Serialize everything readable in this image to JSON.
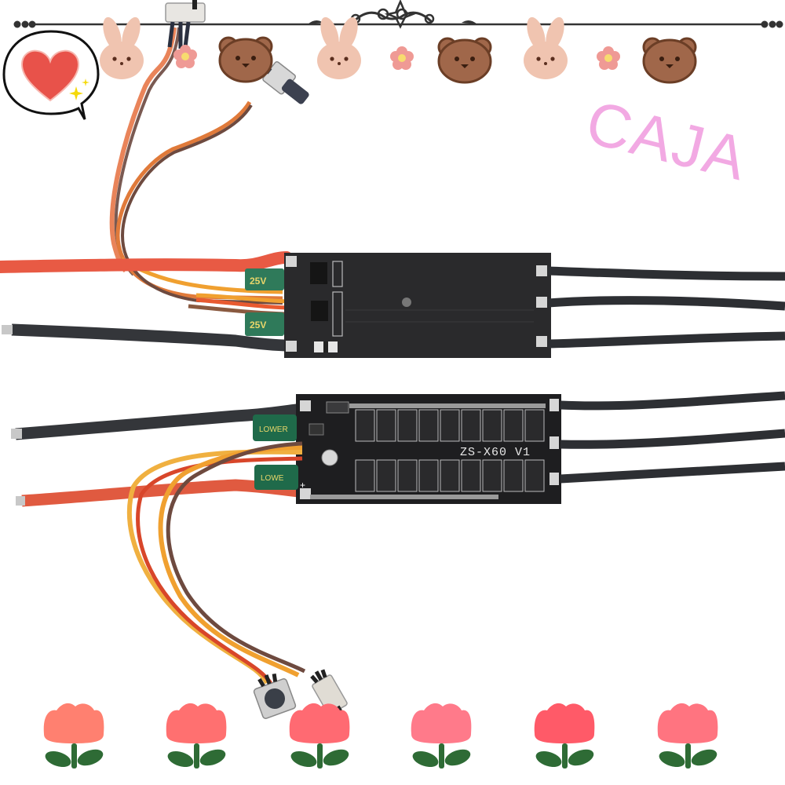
{
  "image": {
    "description": "Product listing photo of two brushless DC motor controller boards (ESC) with wiring, potentiometers and switches, decorated with cute stickers",
    "background": "#ffffff"
  },
  "decor": {
    "top_ornament": "scroll-divider",
    "top_stickers": [
      "speech-bubble-heart",
      "bunny",
      "flower",
      "bear",
      "bunny",
      "flower",
      "bear",
      "bunny",
      "flower",
      "bear"
    ],
    "bottom_stickers": [
      "tulip",
      "tulip",
      "tulip",
      "tulip",
      "tulip",
      "tulip"
    ],
    "colors": {
      "bunny": "#f0c4b0",
      "bear": "#a0674a",
      "bear_outline": "#6b3e26",
      "flower": "#ef9a95",
      "flower_center": "#f7dc6f",
      "heart": "#e8524a",
      "sparkle": "#f5d90a",
      "tulip_heads": [
        "#ff8070",
        "#ff7070",
        "#ff6a72",
        "#ff7a8a",
        "#ff5a68",
        "#ff7480"
      ],
      "tulip_leaf": "#2e6b35",
      "brand_text": "#f2a9e3"
    }
  },
  "brand": {
    "watermark": "CAJA"
  },
  "products": {
    "top_board": {
      "color": "#2a2a2c",
      "capacitors": [
        "25V",
        "25V"
      ],
      "wires_left": [
        "red power",
        "black power",
        "signal harness (orange/red/brown)"
      ],
      "wires_right": [
        "phase wire",
        "phase wire",
        "phase wire"
      ]
    },
    "bottom_board": {
      "label": "ZS-X60  V1",
      "color": "#1e1e20",
      "mosfet_rows": 2,
      "mosfets_per_row": 9,
      "capacitor_text": [
        "LOWER",
        "LOWE"
      ],
      "polarity_mark": "+",
      "wires_left": [
        "black power",
        "red power",
        "signal harness (yellow/red/brown)"
      ],
      "wires_right": [
        "phase wire",
        "phase wire",
        "phase wire"
      ],
      "accessories": [
        "rotary potentiometer",
        "slide switch"
      ]
    }
  }
}
